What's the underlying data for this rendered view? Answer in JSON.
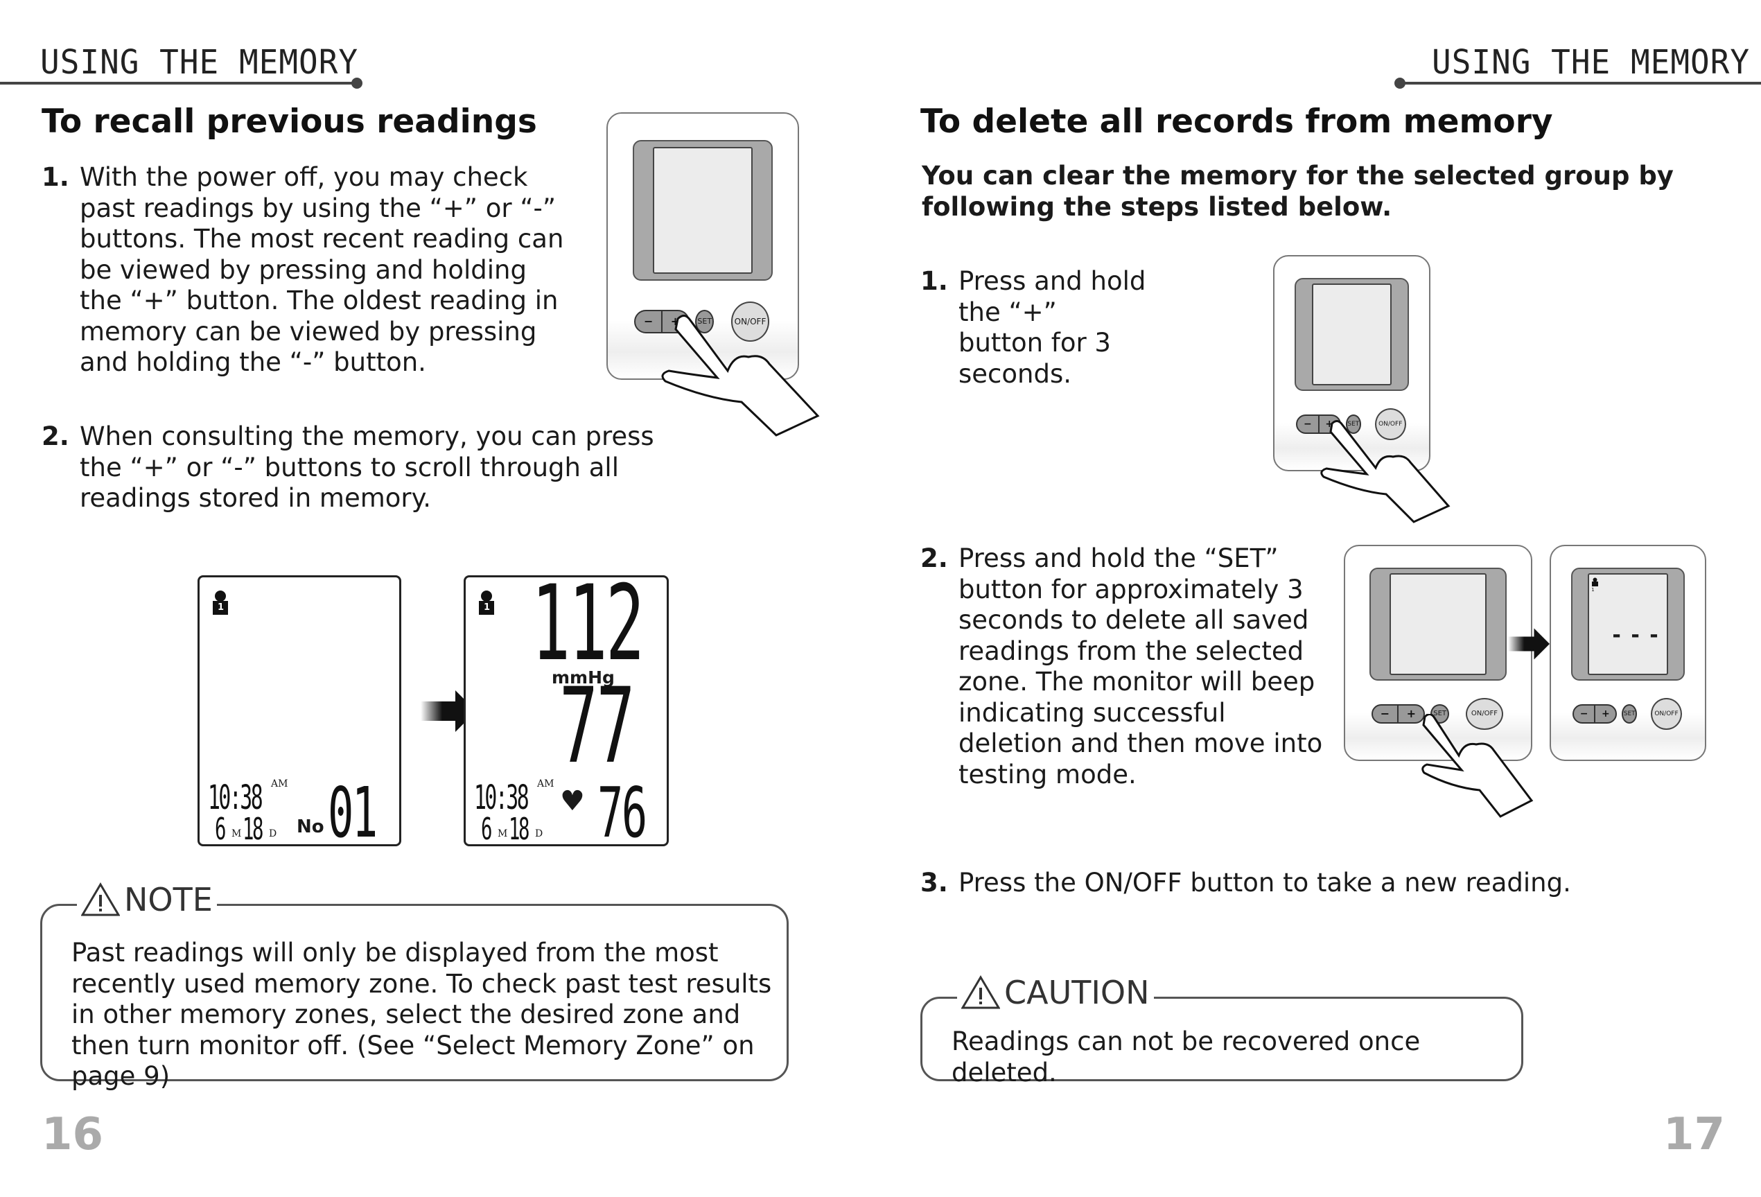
{
  "left_page": {
    "header": "USING THE MEMORY",
    "title": "To recall previous readings",
    "steps": [
      {
        "num": "1.",
        "text": "With the power off, you may check past readings by using the “+” or “-” buttons. The most recent reading can be viewed by pressing and holding the “+” button. The oldest reading in memory can be viewed by pressing and holding the “-” button."
      },
      {
        "num": "2.",
        "text": "When consulting the memory, you can press the “+” or “-” buttons to scroll through all readings stored in memory."
      }
    ],
    "device": {
      "minus": "−",
      "plus": "+",
      "set": "SET",
      "onoff": "ON/OFF"
    },
    "lcd_before": {
      "user": "1",
      "time": "10:38",
      "ampm": "AM",
      "month": "6",
      "m": "M",
      "day": "18",
      "d": "D",
      "no_label": "No",
      "no_value": "01"
    },
    "lcd_after": {
      "user": "1",
      "systolic": "112",
      "unit": "mmHg",
      "diastolic": "77",
      "time": "10:38",
      "ampm": "AM",
      "month": "6",
      "m": "M",
      "day": "18",
      "d": "D",
      "pulse": "76"
    },
    "note": {
      "label": "NOTE",
      "text": "Past readings will only be displayed from the most recently used memory zone. To check past test results in other memory zones, select the desired zone and then turn monitor off. (See “Select Memory Zone” on page 9)"
    },
    "page_number": "16"
  },
  "right_page": {
    "header": "USING THE MEMORY",
    "title": "To delete all records from memory",
    "subtitle": "You can clear the memory for the selected group by following the steps listed below.",
    "steps": [
      {
        "num": "1.",
        "text": "Press and hold the “+” button for 3 seconds."
      },
      {
        "num": "2.",
        "text": "Press and hold the “SET” button for approximately 3 seconds to delete all saved readings from the selected zone. The monitor will beep indicating successful deletion and then move into testing mode."
      },
      {
        "num": "3.",
        "text": "Press the ON/OFF button to take a new reading."
      }
    ],
    "device": {
      "minus": "−",
      "plus": "+",
      "set": "SET",
      "onoff": "ON/OFF",
      "user": "1",
      "cleared": "- - -"
    },
    "caution": {
      "label": "CAUTION",
      "text": "Readings can not be recovered once deleted."
    },
    "page_number": "17"
  }
}
